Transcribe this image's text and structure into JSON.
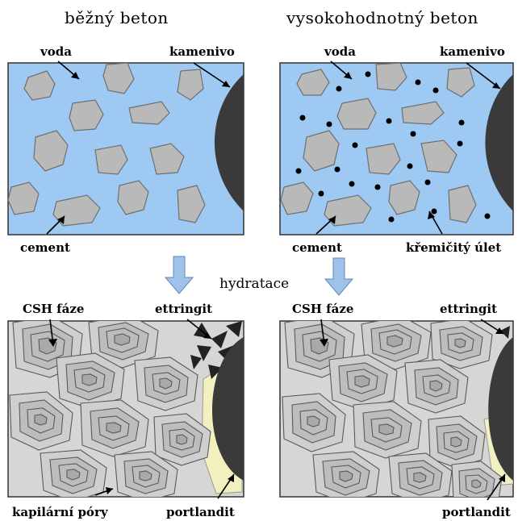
{
  "titles": {
    "left": "běžný beton",
    "right": "vysokohodnotný beton"
  },
  "top_left": {
    "water": "voda",
    "aggregate": "kamenivo",
    "cement": "cement"
  },
  "top_right": {
    "water": "voda",
    "aggregate": "kamenivo",
    "cement": "cement",
    "silica_fume": "křemičitý úlet"
  },
  "process": "hydratace",
  "bottom_left": {
    "csh": "CSH fáze",
    "ettringite": "ettringit",
    "capillary_pores": "kapilární póry",
    "portlandite": "portlandit"
  },
  "bottom_right": {
    "csh": "CSH fáze",
    "ettringite": "ettringit",
    "portlandite": "portlandit"
  },
  "colors": {
    "water": "#9ec9f3",
    "particle": "#b9b9b9",
    "aggregate": "#3a3a3a",
    "hydrated_matrix": "#d6d6d6",
    "portlandite": "#f3f0c0",
    "arrow": "#9fc3ea",
    "dots": "#000000"
  }
}
